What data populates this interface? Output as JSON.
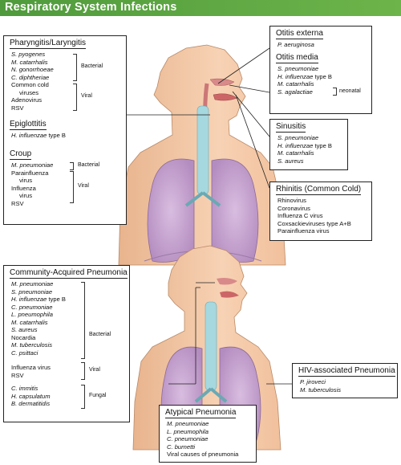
{
  "header": {
    "title": "Respiratory System Infections"
  },
  "pharyngitis": {
    "title": "Pharyngitis/Laryngitis",
    "items": [
      "S. pyogenes",
      "M. catarrhalis",
      "N. gonorrhoeae",
      "C. diphtheriae",
      "Common cold",
      "viruses",
      "Adenovirus",
      "RSV"
    ],
    "bacterial": "Bacterial",
    "viral": "Viral"
  },
  "epiglottitis": {
    "title": "Epiglottitis",
    "item_italic": "H. influenzae",
    "item_rest": " type B"
  },
  "croup": {
    "title": "Croup",
    "items": [
      "M. pneumoniae",
      "Parainfluenza",
      "virus",
      "Influenza",
      "virus",
      "RSV"
    ],
    "bacterial": "Bacterial",
    "viral": "Viral"
  },
  "otitis_externa": {
    "title": "Otitis externa",
    "item": "P. aeruginosa"
  },
  "otitis_media": {
    "title": "Otitis media",
    "items": [
      "S. pneumoniae",
      "H. influenzae",
      "M. catarrhalis",
      "S. agalactiae"
    ],
    "type_b": "type B",
    "neonatal": "neonatal"
  },
  "sinusitis": {
    "title": "Sinusitis",
    "items": [
      "S. pneumoniae",
      "H. influenzae",
      "M. catarrhalis",
      "S. aureus"
    ],
    "type_b": "type B"
  },
  "rhinitis": {
    "title": "Rhinitis (Common Cold)",
    "items": [
      "Rhinovirus",
      "Coronavirus",
      "Influenza C virus",
      "Coxsackieviruses type A+B",
      "Parainfluenza virus"
    ]
  },
  "cap": {
    "title": "Community-Acquired Pneumonia",
    "bacterial_items": [
      "M. pneumoniae",
      "S. pneumoniae",
      "H. influenzae",
      "C. pneumoniae",
      "L. pneumophila",
      "M. catarrhalis",
      "S. aureus",
      "Nocardia",
      "M. tuberculosis",
      "C. psittaci"
    ],
    "type_b": "type B",
    "viral_items": [
      "Influenza virus",
      "RSV"
    ],
    "fungal_items": [
      "C. immitis",
      "H. capsulatum",
      "B. dermatitidis"
    ],
    "bacterial": "Bacterial",
    "viral": "Viral",
    "fungal": "Fungal"
  },
  "hiv": {
    "title": "HIV-associated Pneumonia",
    "items": [
      "P. jiroveci",
      "M. tuberculosis"
    ]
  },
  "atypical": {
    "title": "Atypical Pneumonia",
    "items": [
      "M. pneumoniae",
      "L. pneumophila",
      "C. pneumoniae",
      "C. burnetti",
      "Viral causes of pneumonia"
    ]
  },
  "colors": {
    "header": "#5aa543",
    "skin": "#f4c4a0",
    "lung": "#c9a6d0",
    "trachea": "#9fd3dc"
  }
}
